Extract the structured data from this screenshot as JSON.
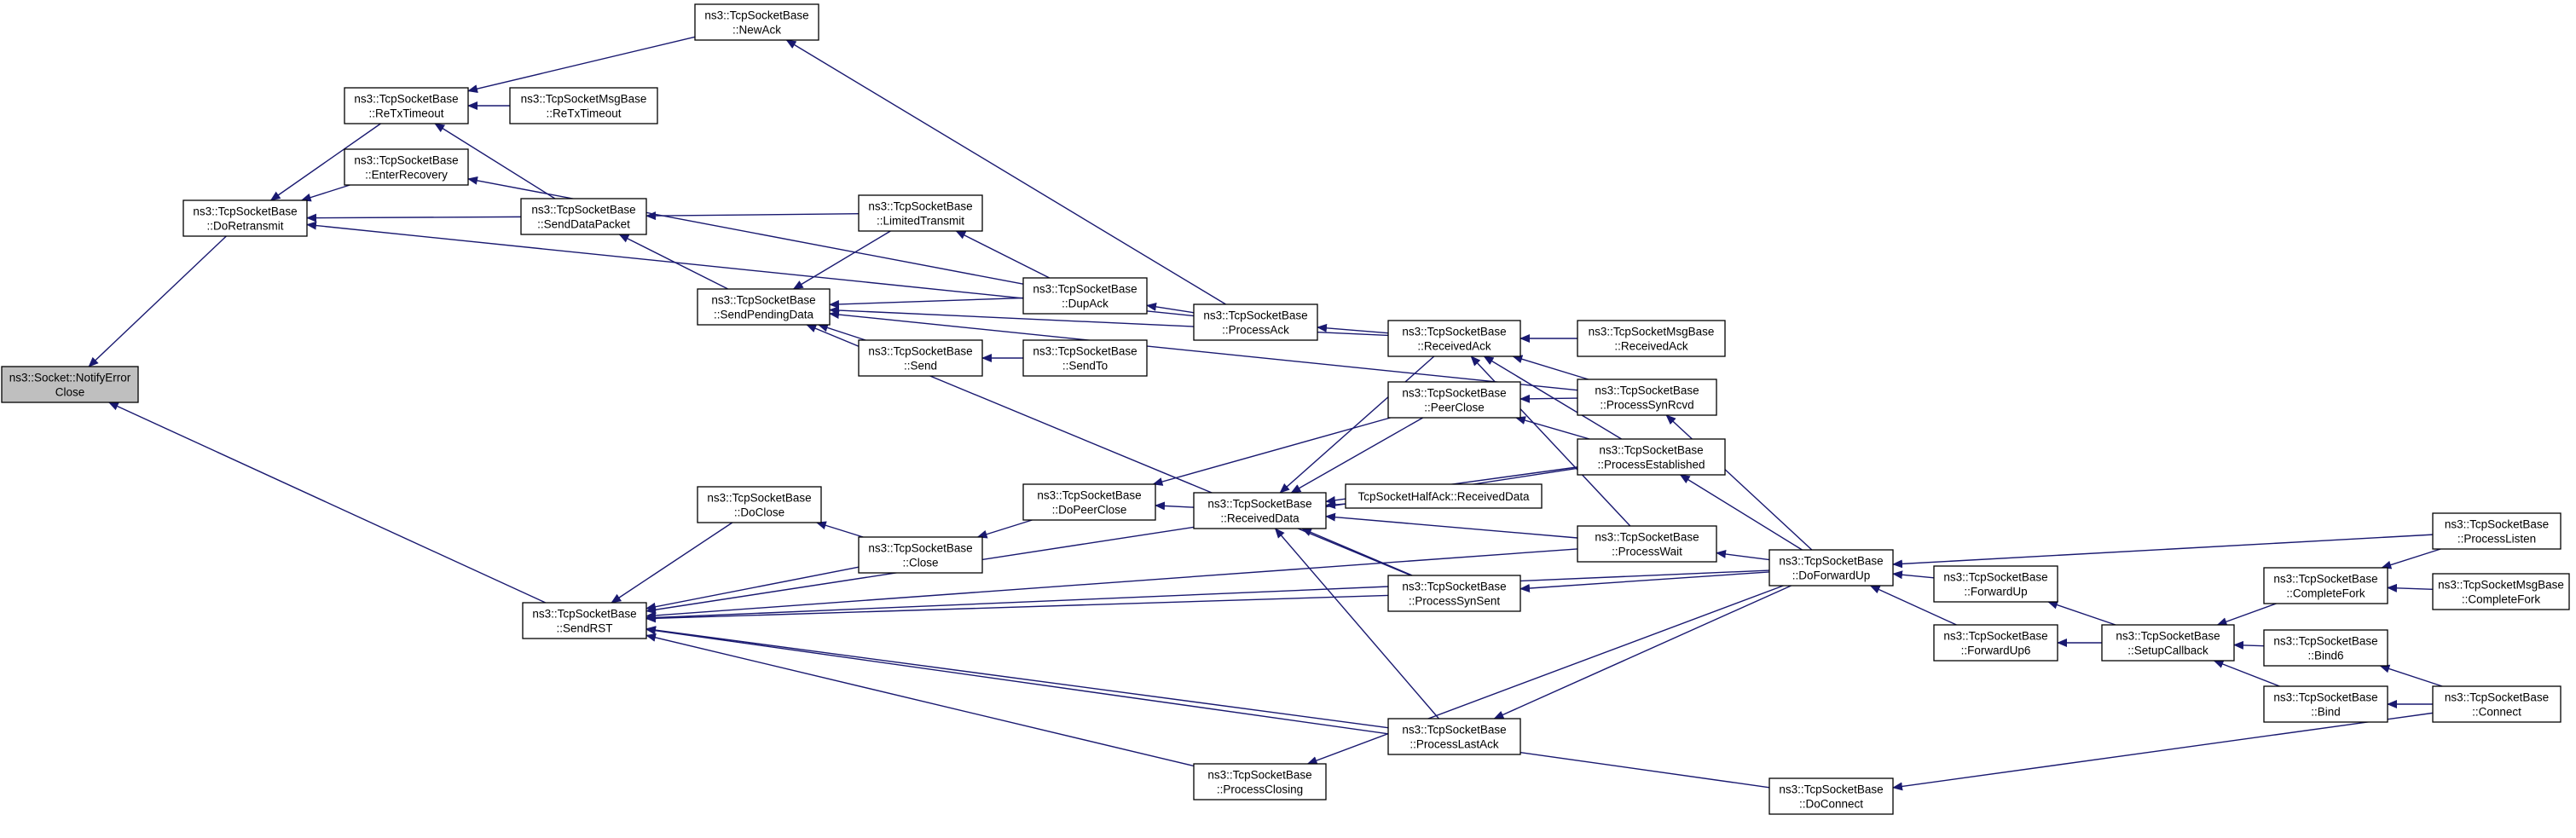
{
  "colors": {
    "edge": "#191970",
    "root_fill": "#bfbfbf",
    "node_fill": "#ffffff",
    "node_stroke": "#000000"
  },
  "nodes": {
    "notifyErrorClose": [
      "ns3::Socket::NotifyError",
      "Close"
    ],
    "doRetransmit": [
      "ns3::TcpSocketBase",
      "::DoRetransmit"
    ],
    "sendRST": [
      "ns3::TcpSocketBase",
      "::SendRST"
    ],
    "reTxTimeout": [
      "ns3::TcpSocketBase",
      "::ReTxTimeout"
    ],
    "enterRecovery": [
      "ns3::TcpSocketBase",
      "::EnterRecovery"
    ],
    "sendDataPacket": [
      "ns3::TcpSocketBase",
      "::SendDataPacket"
    ],
    "msgReTxTimeout": [
      "ns3::TcpSocketMsgBase",
      "::ReTxTimeout"
    ],
    "newAck": [
      "ns3::TcpSocketBase",
      "::NewAck"
    ],
    "sendPendingData": [
      "ns3::TcpSocketBase",
      "::SendPendingData"
    ],
    "limitedTransmit": [
      "ns3::TcpSocketBase",
      "::LimitedTransmit"
    ],
    "dupAck": [
      "ns3::TcpSocketBase",
      "::DupAck"
    ],
    "send": [
      "ns3::TcpSocketBase",
      "::Send"
    ],
    "sendTo": [
      "ns3::TcpSocketBase",
      "::SendTo"
    ],
    "processAck": [
      "ns3::TcpSocketBase",
      "::ProcessAck"
    ],
    "receivedAck": [
      "ns3::TcpSocketBase",
      "::ReceivedAck"
    ],
    "msgReceivedAck": [
      "ns3::TcpSocketMsgBase",
      "::ReceivedAck"
    ],
    "processSynRcvd": [
      "ns3::TcpSocketBase",
      "::ProcessSynRcvd"
    ],
    "peerClose": [
      "ns3::TcpSocketBase",
      "::PeerClose"
    ],
    "processEstablished": [
      "ns3::TcpSocketBase",
      "::ProcessEstablished"
    ],
    "doClose": [
      "ns3::TcpSocketBase",
      "::DoClose"
    ],
    "close": [
      "ns3::TcpSocketBase",
      "::Close"
    ],
    "doPeerClose": [
      "ns3::TcpSocketBase",
      "::DoPeerClose"
    ],
    "receivedData": [
      "ns3::TcpSocketBase",
      "::ReceivedData"
    ],
    "halfAckReceivedData": [
      "TcpSocketHalfAck::ReceivedData"
    ],
    "processWait": [
      "ns3::TcpSocketBase",
      "::ProcessWait"
    ],
    "processSynSent": [
      "ns3::TcpSocketBase",
      "::ProcessSynSent"
    ],
    "processLastAck": [
      "ns3::TcpSocketBase",
      "::ProcessLastAck"
    ],
    "processClosing": [
      "ns3::TcpSocketBase",
      "::ProcessClosing"
    ],
    "doForwardUp": [
      "ns3::TcpSocketBase",
      "::DoForwardUp"
    ],
    "doConnect": [
      "ns3::TcpSocketBase",
      "::DoConnect"
    ],
    "forwardUp": [
      "ns3::TcpSocketBase",
      "::ForwardUp"
    ],
    "forwardUp6": [
      "ns3::TcpSocketBase",
      "::ForwardUp6"
    ],
    "setupCallback": [
      "ns3::TcpSocketBase",
      "::SetupCallback"
    ],
    "completeFork": [
      "ns3::TcpSocketBase",
      "::CompleteFork"
    ],
    "bind6": [
      "ns3::TcpSocketBase",
      "::Bind6"
    ],
    "bind": [
      "ns3::TcpSocketBase",
      "::Bind"
    ],
    "processListen": [
      "ns3::TcpSocketBase",
      "::ProcessListen"
    ],
    "msgCompleteFork": [
      "ns3::TcpSocketMsgBase",
      "::CompleteFork"
    ],
    "connect": [
      "ns3::TcpSocketBase",
      "::Connect"
    ]
  },
  "edges": [
    [
      "doRetransmit",
      "notifyErrorClose"
    ],
    [
      "sendRST",
      "notifyErrorClose"
    ],
    [
      "reTxTimeout",
      "doRetransmit"
    ],
    [
      "enterRecovery",
      "doRetransmit"
    ],
    [
      "sendDataPacket",
      "doRetransmit"
    ],
    [
      "newAck",
      "reTxTimeout"
    ],
    [
      "msgReTxTimeout",
      "reTxTimeout"
    ],
    [
      "sendDataPacket",
      "reTxTimeout"
    ],
    [
      "dupAck",
      "enterRecovery"
    ],
    [
      "limitedTransmit",
      "sendDataPacket"
    ],
    [
      "sendPendingData",
      "sendDataPacket"
    ],
    [
      "processAck",
      "newAck"
    ],
    [
      "limitedTransmit",
      "sendPendingData"
    ],
    [
      "dupAck",
      "sendPendingData"
    ],
    [
      "send",
      "sendPendingData"
    ],
    [
      "receivedAck",
      "sendPendingData"
    ],
    [
      "processSynRcvd",
      "sendPendingData"
    ],
    [
      "processSynSent",
      "sendPendingData"
    ],
    [
      "dupAck",
      "limitedTransmit"
    ],
    [
      "sendTo",
      "send"
    ],
    [
      "processAck",
      "dupAck"
    ],
    [
      "receivedAck",
      "processAck"
    ],
    [
      "processAck",
      "doRetransmit"
    ],
    [
      "msgReceivedAck",
      "receivedAck"
    ],
    [
      "processSynRcvd",
      "receivedAck"
    ],
    [
      "processEstablished",
      "receivedAck"
    ],
    [
      "processWait",
      "receivedAck"
    ],
    [
      "processSynRcvd",
      "peerClose"
    ],
    [
      "processEstablished",
      "peerClose"
    ],
    [
      "doForwardUp",
      "processSynRcvd"
    ],
    [
      "doForwardUp",
      "processEstablished"
    ],
    [
      "doForwardUp",
      "processWait"
    ],
    [
      "doForwardUp",
      "processSynSent"
    ],
    [
      "doForwardUp",
      "processLastAck"
    ],
    [
      "doForwardUp",
      "processClosing"
    ],
    [
      "doForwardUp",
      "sendRST"
    ],
    [
      "close",
      "doClose"
    ],
    [
      "doClose",
      "sendRST"
    ],
    [
      "close",
      "sendRST"
    ],
    [
      "doPeerClose",
      "close"
    ],
    [
      "receivedData",
      "doPeerClose"
    ],
    [
      "peerClose",
      "doPeerClose"
    ],
    [
      "halfAckReceivedData",
      "receivedData"
    ],
    [
      "receivedAck",
      "receivedData"
    ],
    [
      "peerClose",
      "receivedData"
    ],
    [
      "processEstablished",
      "receivedData"
    ],
    [
      "processWait",
      "receivedData"
    ],
    [
      "processSynSent",
      "receivedData"
    ],
    [
      "processLastAck",
      "receivedData"
    ],
    [
      "processSynSent",
      "sendRST"
    ],
    [
      "processEstablished",
      "sendRST"
    ],
    [
      "processWait",
      "sendRST"
    ],
    [
      "processLastAck",
      "sendRST"
    ],
    [
      "processClosing",
      "sendRST"
    ],
    [
      "doConnect",
      "sendRST"
    ],
    [
      "forwardUp",
      "doForwardUp"
    ],
    [
      "forwardUp6",
      "doForwardUp"
    ],
    [
      "processListen",
      "doForwardUp"
    ],
    [
      "setupCallback",
      "forwardUp"
    ],
    [
      "setupCallback",
      "forwardUp6"
    ],
    [
      "completeFork",
      "setupCallback"
    ],
    [
      "bind6",
      "setupCallback"
    ],
    [
      "bind",
      "setupCallback"
    ],
    [
      "processListen",
      "completeFork"
    ],
    [
      "msgCompleteFork",
      "completeFork"
    ],
    [
      "connect",
      "bind6"
    ],
    [
      "connect",
      "bind"
    ],
    [
      "connect",
      "doConnect"
    ]
  ]
}
